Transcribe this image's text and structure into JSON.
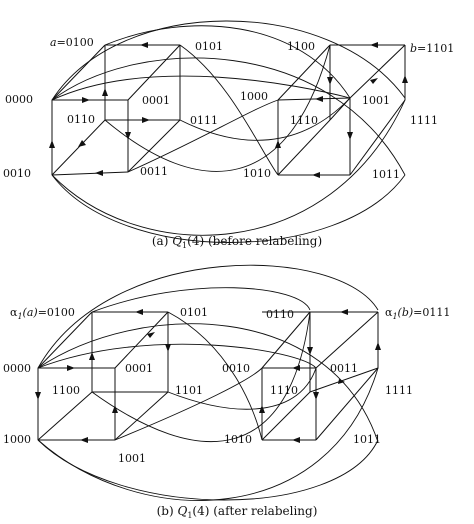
{
  "diagram_a": {
    "caption": "(a) Q1(4) (before relabeling)",
    "caption_parts": {
      "prefix": "(a) ",
      "q": "Q",
      "sub": "1",
      "arg": "(4)",
      "rest": " (before relabeling)"
    },
    "labels": {
      "a_var": "a",
      "a_val": "=0100",
      "n0101": "0101",
      "n1100": "1100",
      "b_var": "b",
      "b_val": "=1101",
      "n0000": "0000",
      "n0001": "0001",
      "n0110": "0110",
      "n0111": "0111",
      "n1000": "1000",
      "n1001": "1001",
      "n1110": "1110",
      "n1111": "1111",
      "n0010": "0010",
      "n0011": "0011",
      "n1010": "1010",
      "n1011": "1011"
    }
  },
  "diagram_b": {
    "caption": "(b) Q1(4) (after relabeling)",
    "caption_parts": {
      "prefix": "(b) ",
      "q": "Q",
      "sub": "1",
      "arg": "(4)",
      "rest": " (after relabeling)"
    },
    "labels": {
      "alpha_a_fn": "α",
      "alpha_a_sub": "1",
      "alpha_a_arg": "(a)",
      "alpha_a_val": "=0100",
      "n0101": "0101",
      "n0110": "0110",
      "alpha_b_fn": "α",
      "alpha_b_sub": "1",
      "alpha_b_arg": "(b)",
      "alpha_b_val": "=0111",
      "n0000": "0000",
      "n0001": "0001",
      "n1100": "1100",
      "n1101": "1101",
      "n0010": "0010",
      "n0011": "0011",
      "n1110": "1110",
      "n1111": "1111",
      "n1000": "1000",
      "n1001": "1001",
      "n1010": "1010",
      "n1011": "1011"
    }
  }
}
